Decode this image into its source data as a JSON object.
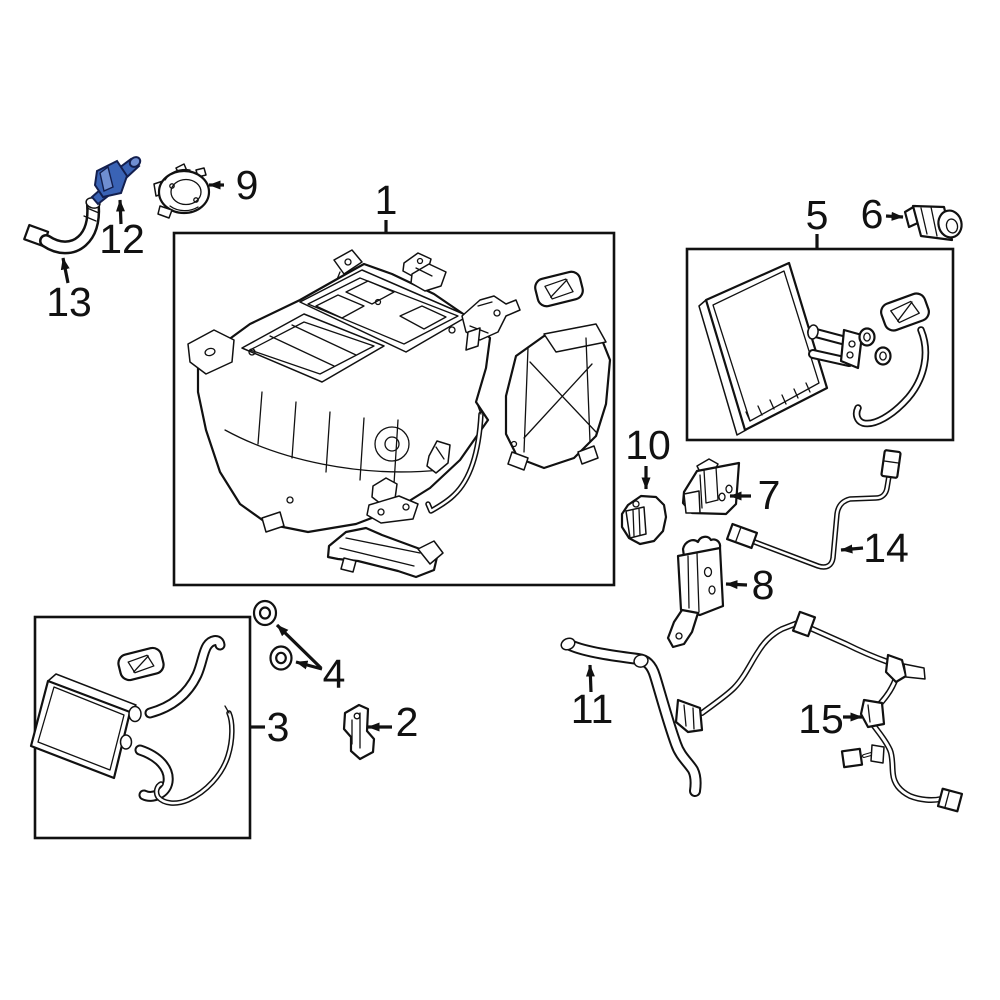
{
  "figure": {
    "type": "exploded-parts-diagram",
    "background": "#ffffff",
    "line_color": "#111111",
    "box_count": 3,
    "highlight": {
      "fill": "#3a63b5",
      "light": "#6f8ed2",
      "outline": "#131f4e",
      "applies_to_callout": "12"
    },
    "callouts": [
      {
        "label": "1"
      },
      {
        "label": "2"
      },
      {
        "label": "3"
      },
      {
        "label": "4"
      },
      {
        "label": "5"
      },
      {
        "label": "6"
      },
      {
        "label": "7"
      },
      {
        "label": "8"
      },
      {
        "label": "9"
      },
      {
        "label": "10"
      },
      {
        "label": "11"
      },
      {
        "label": "12"
      },
      {
        "label": "13"
      },
      {
        "label": "14"
      },
      {
        "label": "15"
      }
    ]
  }
}
